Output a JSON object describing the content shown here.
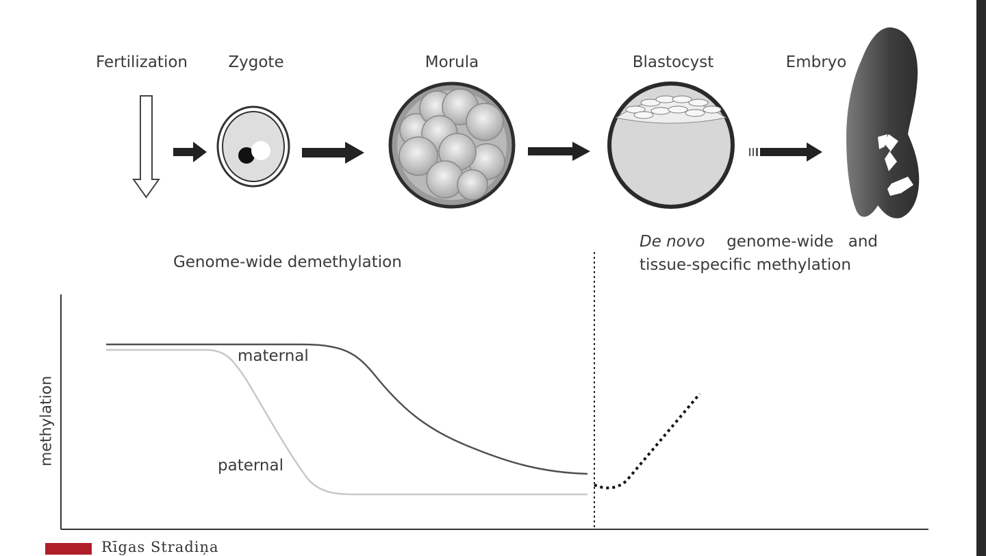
{
  "stages": {
    "fertilization": "Fertilization",
    "zygote": "Zygote",
    "morula": "Morula",
    "blastocyst": "Blastocyst",
    "embryo": "Embryo"
  },
  "phases": {
    "demethylation": "Genome-wide demethylation",
    "denovo_italic": "De novo",
    "denovo_rest_line1": "genome-wide and",
    "denovo_line2": "tissue-specific methylation"
  },
  "graph": {
    "y_axis_label": "methylation",
    "maternal_label": "maternal",
    "paternal_label": "paternal"
  },
  "logo": {
    "text": "Rīgas Stradiņa",
    "color": "#b01e2a"
  }
}
